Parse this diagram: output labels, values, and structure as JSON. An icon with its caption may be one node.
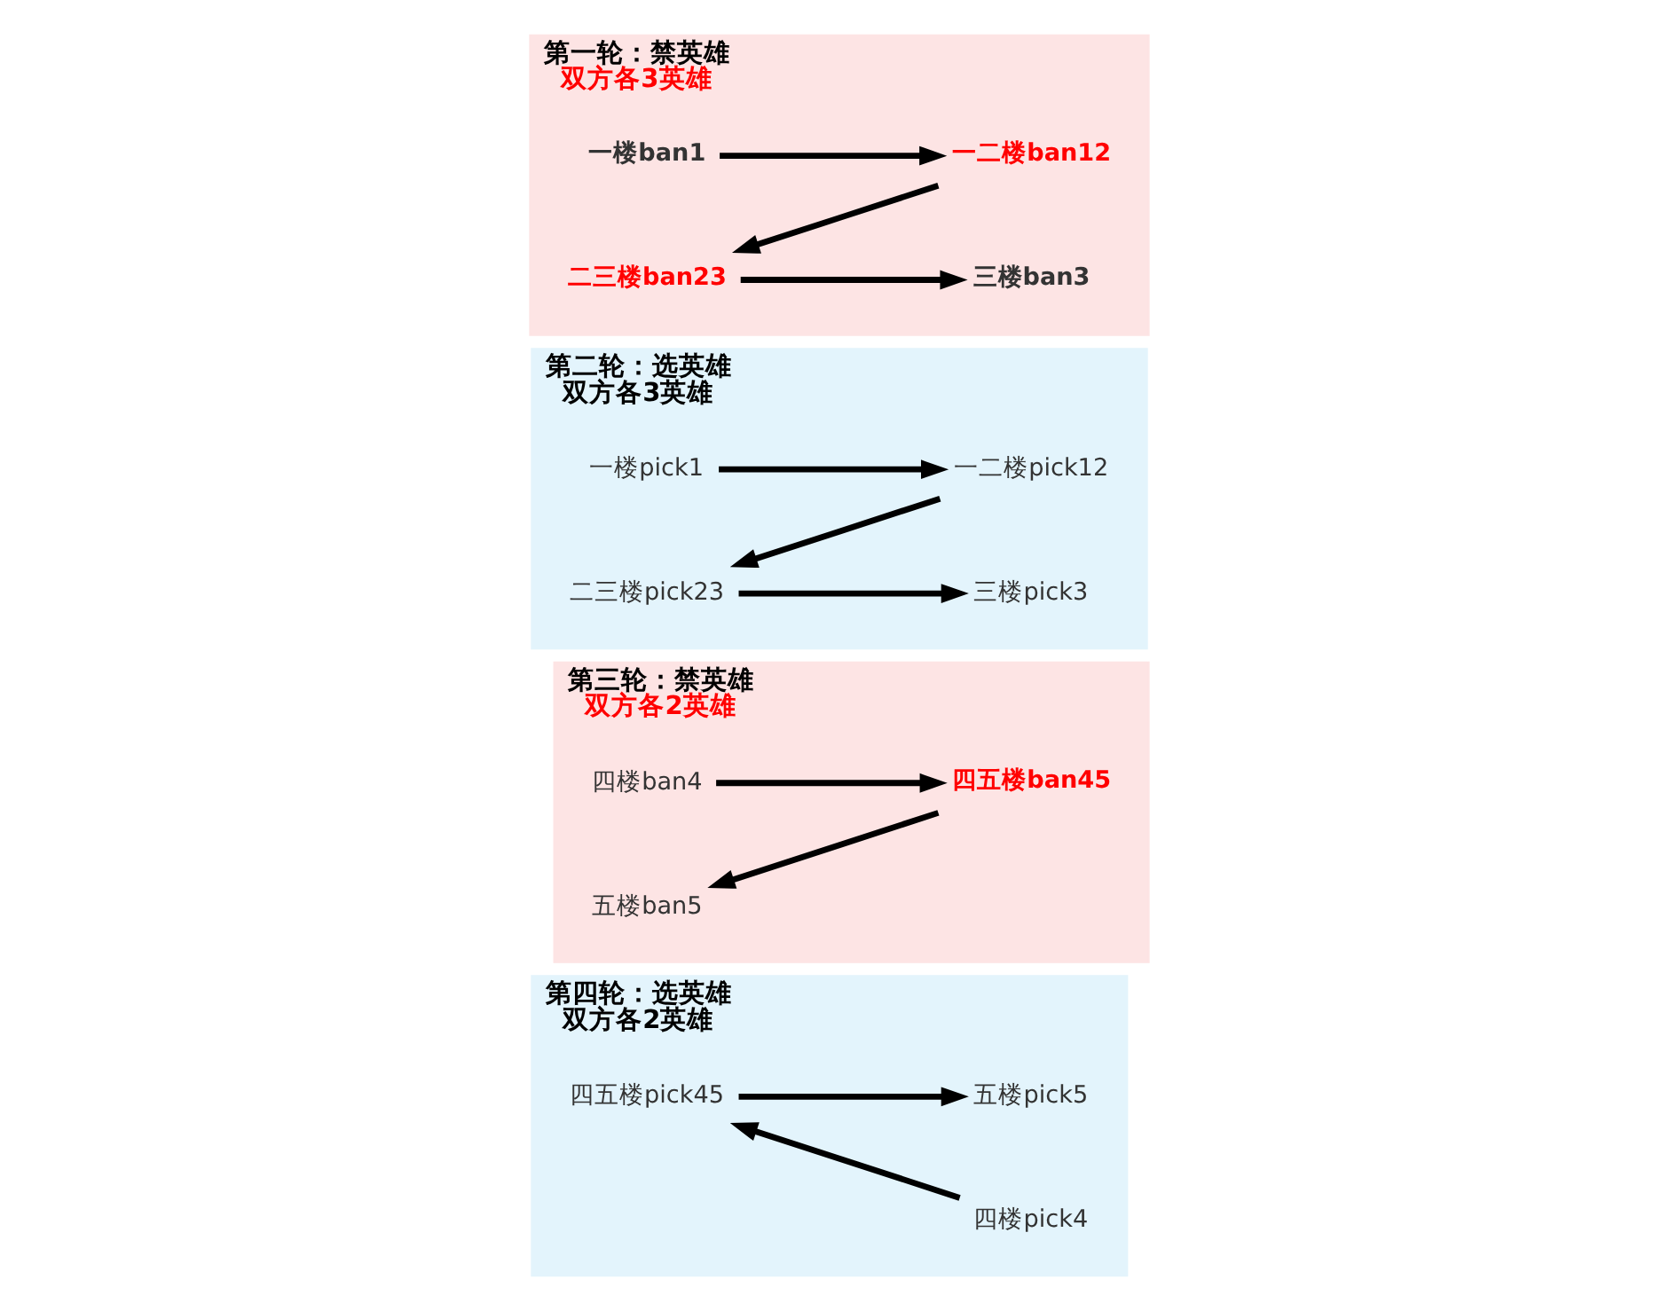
{
  "diagram": {
    "nodes": [
      {
        "text": [
          "第一轮：禁英雄",
          "双方各3英雄"
        ]
      },
      {
        "text": [
          "一楼ban1"
        ],
        "in": 0
      },
      {
        "text": [
          "一二楼ban12"
        ],
        "in": 0
      },
      {
        "text": [
          "二三楼ban23"
        ],
        "in": 0
      },
      {
        "text": [
          "三楼ban3"
        ],
        "in": 0
      },
      {
        "text": [
          "第二轮：选英雄",
          "双方各3英雄"
        ]
      },
      {
        "text": [
          "一楼pick1"
        ],
        "in": 5
      },
      {
        "text": [
          "一二楼pick12"
        ],
        "in": 5
      },
      {
        "text": [
          "二三楼pick23"
        ],
        "in": 5
      },
      {
        "text": [
          "三楼pick3"
        ],
        "in": 5
      },
      {
        "text": [
          "第三轮：禁英雄",
          "双方各2英雄"
        ]
      },
      {
        "text": [
          "四楼ban4"
        ],
        "in": 10
      },
      {
        "text": [
          "四五楼ban45"
        ],
        "in": 10
      },
      {
        "text": [
          "五楼ban5"
        ],
        "in": 10
      },
      {
        "text": [
          "第四轮：选英雄",
          "双方各2英雄"
        ]
      },
      {
        "text": [
          "四楼pick4"
        ],
        "in": 14
      },
      {
        "text": [
          "四五楼pick45"
        ],
        "in": 14
      },
      {
        "text": [
          "五楼pick5"
        ],
        "in": 14
      }
    ],
    "edges": [
      {
        "from": 1,
        "to": 2,
        "arrow": "to"
      },
      {
        "from": 2,
        "to": 3,
        "arrow": "to"
      },
      {
        "from": 3,
        "to": 4,
        "arrow": "to"
      },
      {
        "from": 6,
        "to": 7,
        "arrow": "to"
      },
      {
        "from": 7,
        "to": 8,
        "arrow": "to"
      },
      {
        "from": 8,
        "to": 9,
        "arrow": "to"
      },
      {
        "from": 11,
        "to": 12,
        "arrow": "to"
      },
      {
        "from": 12,
        "to": 13,
        "arrow": "to"
      },
      {
        "from": 15,
        "to": 16,
        "arrow": "to"
      },
      {
        "from": 16,
        "to": 17,
        "arrow": "to"
      }
    ]
  }
}
